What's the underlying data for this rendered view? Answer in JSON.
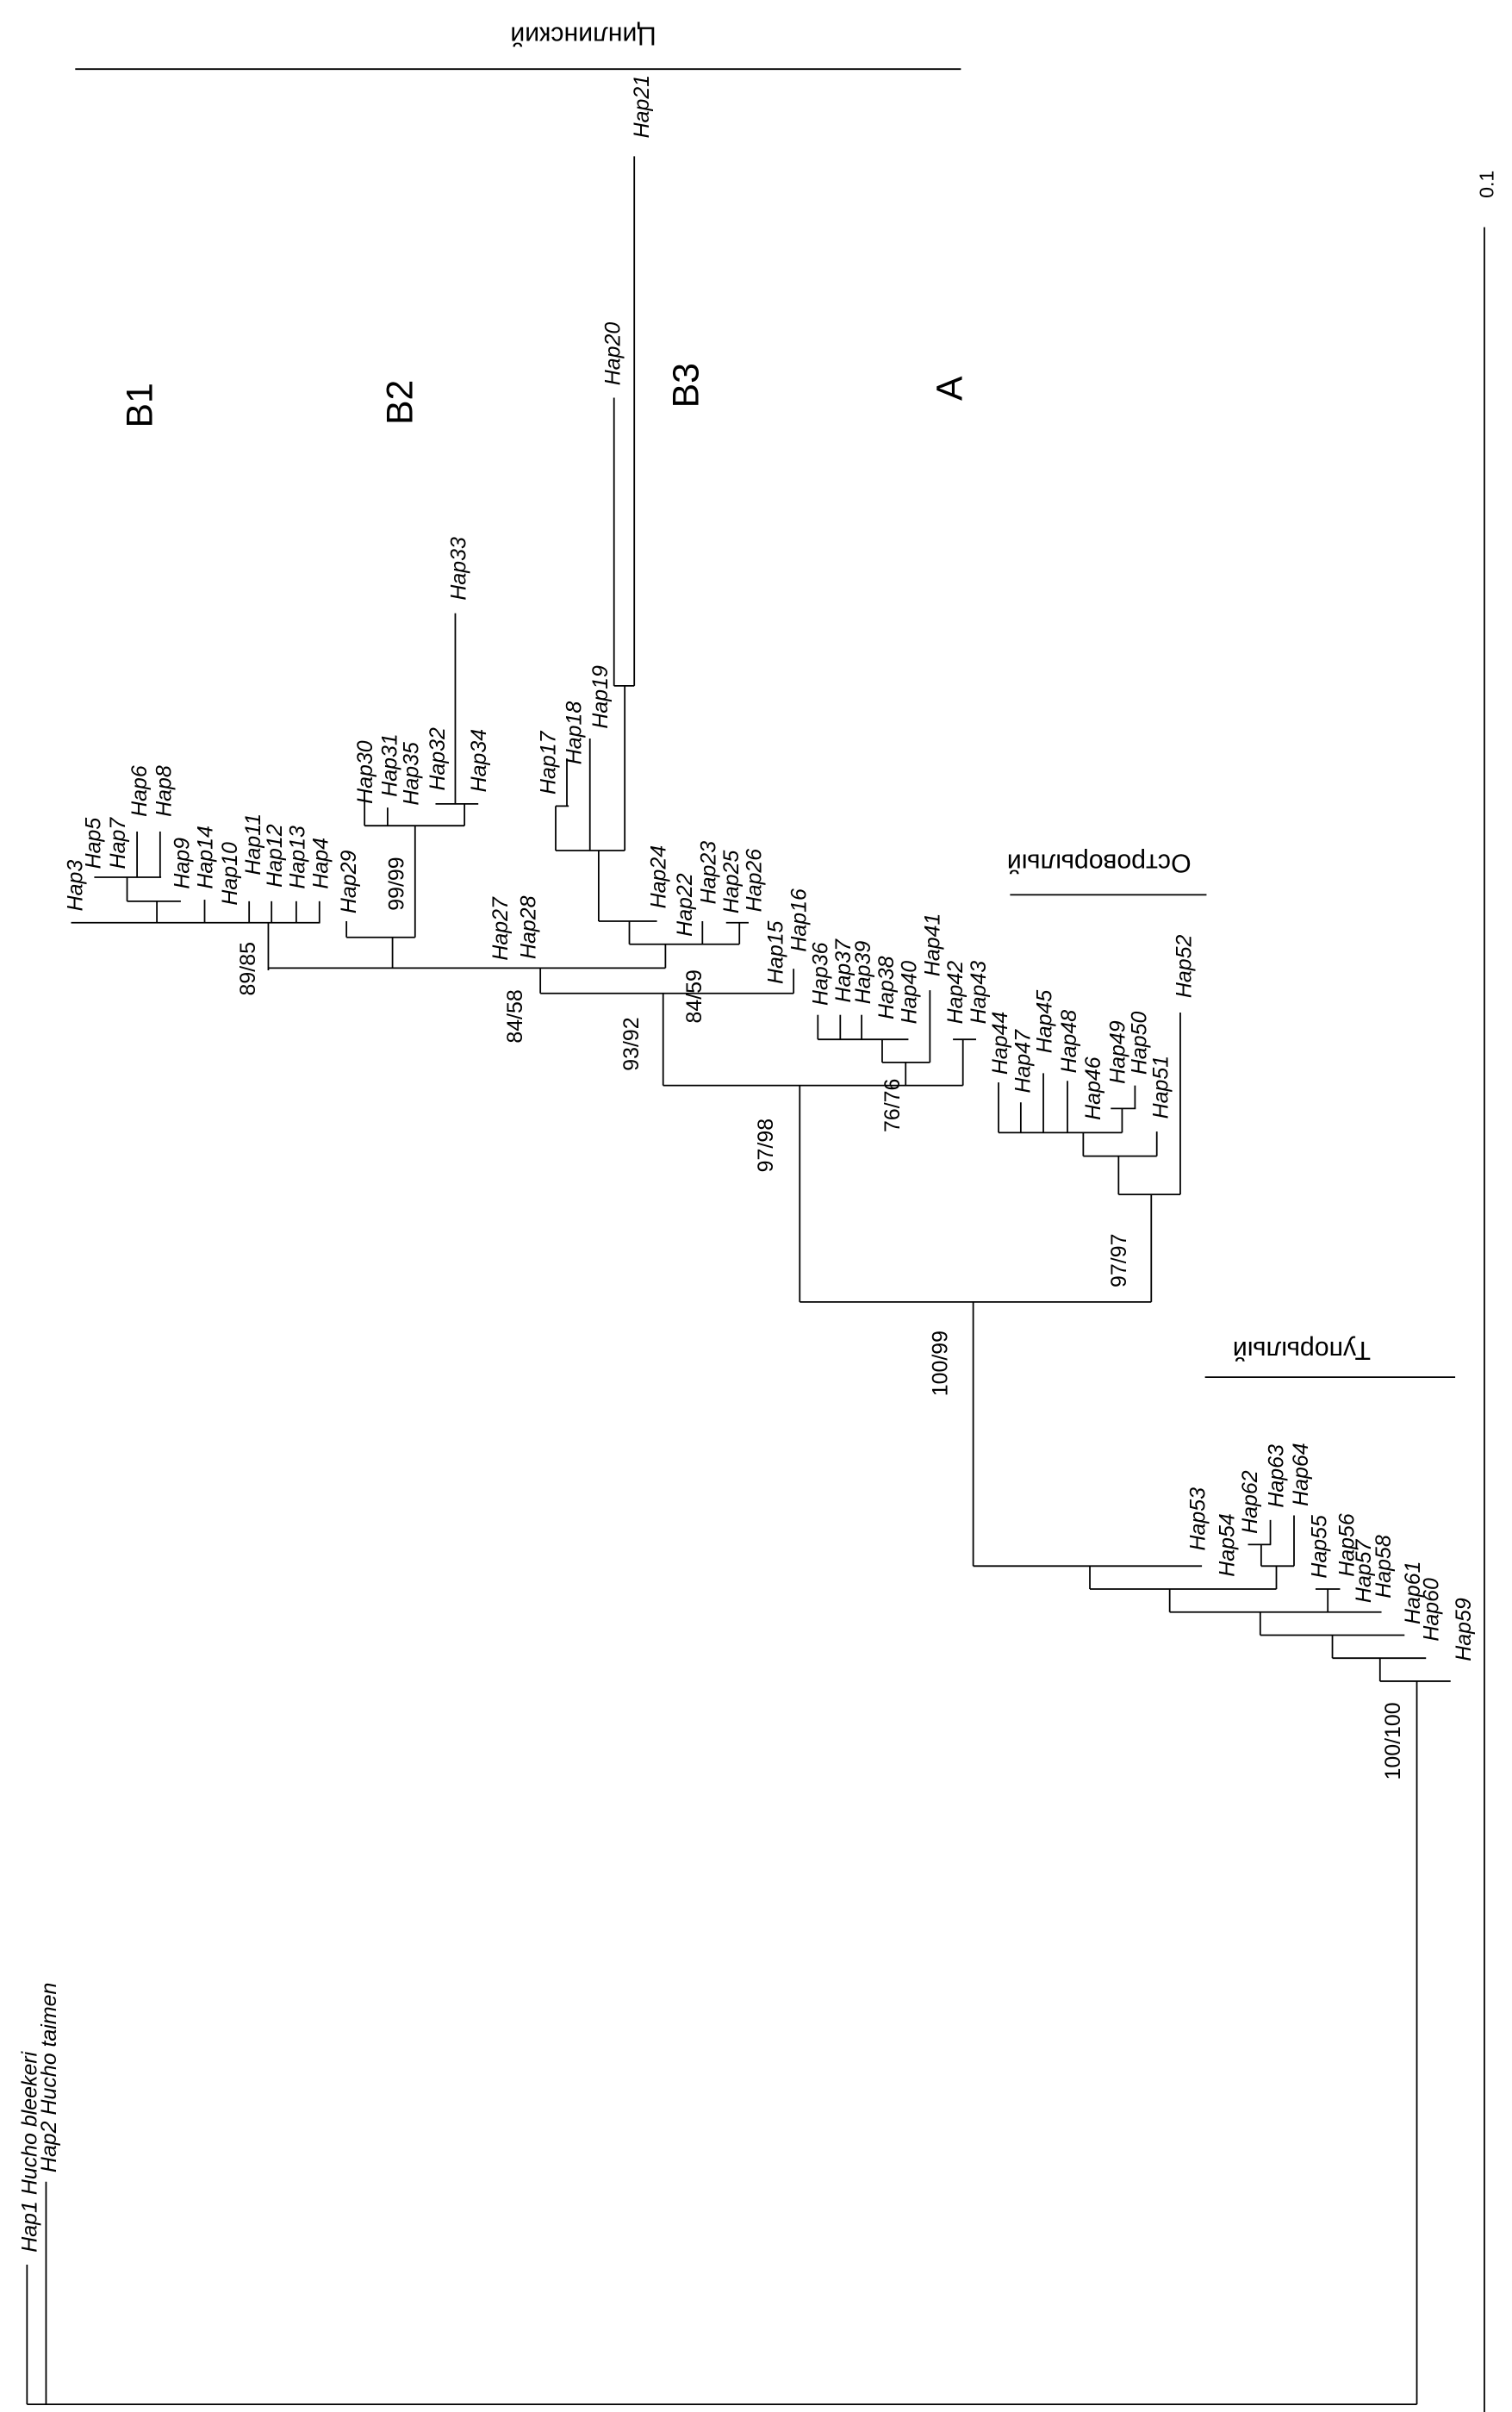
{
  "figure": {
    "type": "phylogenetic-tree",
    "scale_bar_label": "0.1",
    "clades": [
      "B1",
      "B2",
      "B3",
      "A"
    ],
    "groups": [
      "Цинлинский",
      "Островорылый",
      "Тупорылый"
    ],
    "bootstrap": [
      "89/85",
      "99/99",
      "84/58",
      "93/92",
      "84/59",
      "97/98",
      "76/76",
      "97/97",
      "100/99",
      "100/100"
    ],
    "leaves": [
      "Hap1 Hucho bleekeri",
      "Hap2 Hucho taimen",
      "Hap3",
      "Hap5",
      "Hap7",
      "Hap6",
      "Hap8",
      "Hap9",
      "Hap14",
      "Hap10",
      "Hap11",
      "Hap12",
      "Hap13",
      "Hap4",
      "Hap29",
      "Hap30",
      "Hap31",
      "Hap35",
      "Hap32",
      "Hap34",
      "Hap33",
      "Hap27",
      "Hap28",
      "Hap17",
      "Hap18",
      "Hap19",
      "Hap20",
      "Hap21",
      "Hap24",
      "Hap22",
      "Hap23",
      "Hap25",
      "Hap26",
      "Hap15",
      "Hap16",
      "Hap36",
      "Hap37",
      "Hap39",
      "Hap38",
      "Hap40",
      "Hap41",
      "Hap42",
      "Hap43",
      "Hap44",
      "Hap47",
      "Hap45",
      "Hap48",
      "Hap46",
      "Hap49",
      "Hap50",
      "Hap51",
      "Hap52",
      "Hap53",
      "Hap54",
      "Hap62",
      "Hap63",
      "Hap64",
      "Hap55",
      "Hap56",
      "Hap57",
      "Hap58",
      "Hap61",
      "Hap60",
      "Hap59"
    ]
  }
}
